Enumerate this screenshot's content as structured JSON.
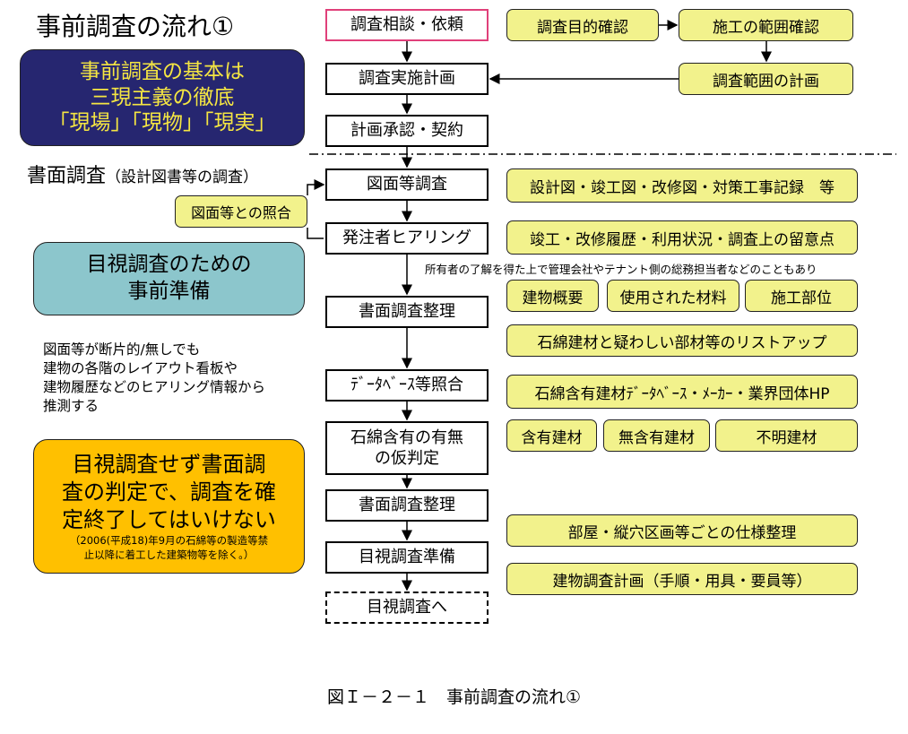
{
  "title": "事前調査の流れ①",
  "navy_box": {
    "lines": [
      "事前調査の基本は",
      "三現主義の徹底",
      "「現場」「現物」「現実」"
    ]
  },
  "section_label": {
    "main": "書面調査",
    "sub": "（設計図書等の調査）"
  },
  "flow": [
    "調査相談・依頼",
    "調査実施計画",
    "計画承認・契約",
    "図面等調査",
    "発注者ヒアリング",
    "書面調査整理",
    "ﾃﾞｰﾀﾍﾞｰｽ等照合",
    "石綿含有の有無の仮判定",
    "書面調査整理",
    "目視調査準備",
    "目視調査へ"
  ],
  "right": {
    "purpose": "調査目的確認",
    "scope_check": "施工の範囲確認",
    "scope_plan": "調査範囲の計画",
    "drawings": "設計図・竣工図・改修図・対策工事記録　等",
    "history": "竣工・改修履歴・利用状況・調査上の留意点",
    "note": "所有者の了解を得た上で管理会社やテナント側の総務担当者などのこともあり",
    "overview": "建物概要",
    "materials": "使用された材料",
    "parts": "施工部位",
    "listup": "石綿建材と疑わしい部材等のリストアップ",
    "database": "石綿含有建材ﾃﾞｰﾀﾍﾞｰｽ・ﾒｰｶｰ・業界団体HP",
    "contains": "含有建材",
    "none": "無含有建材",
    "unknown": "不明建材",
    "rooms": "部屋・縦穴区画等ごとの仕様整理",
    "survey_plan": "建物調査計画（手順・用具・要員等）"
  },
  "collation": "図面等との照合",
  "teal_box": {
    "lines": [
      "目視調査のための",
      "事前準備"
    ]
  },
  "guess_text": [
    "図面等が断片的/無しでも",
    "建物の各階のレイアウト看板や",
    "建物履歴などのヒアリング情報から",
    "推測する"
  ],
  "orange_box": {
    "lines": [
      "目視調査せず書面調",
      "査の判定で、調査を確",
      "定終了してはいけない"
    ],
    "note": [
      "（2006(平成18)年9月の石綿等の製造等禁",
      "止以降に着工した建築物等を除く。）"
    ]
  },
  "caption": "図Ｉ－２－１　事前調査の流れ①"
}
